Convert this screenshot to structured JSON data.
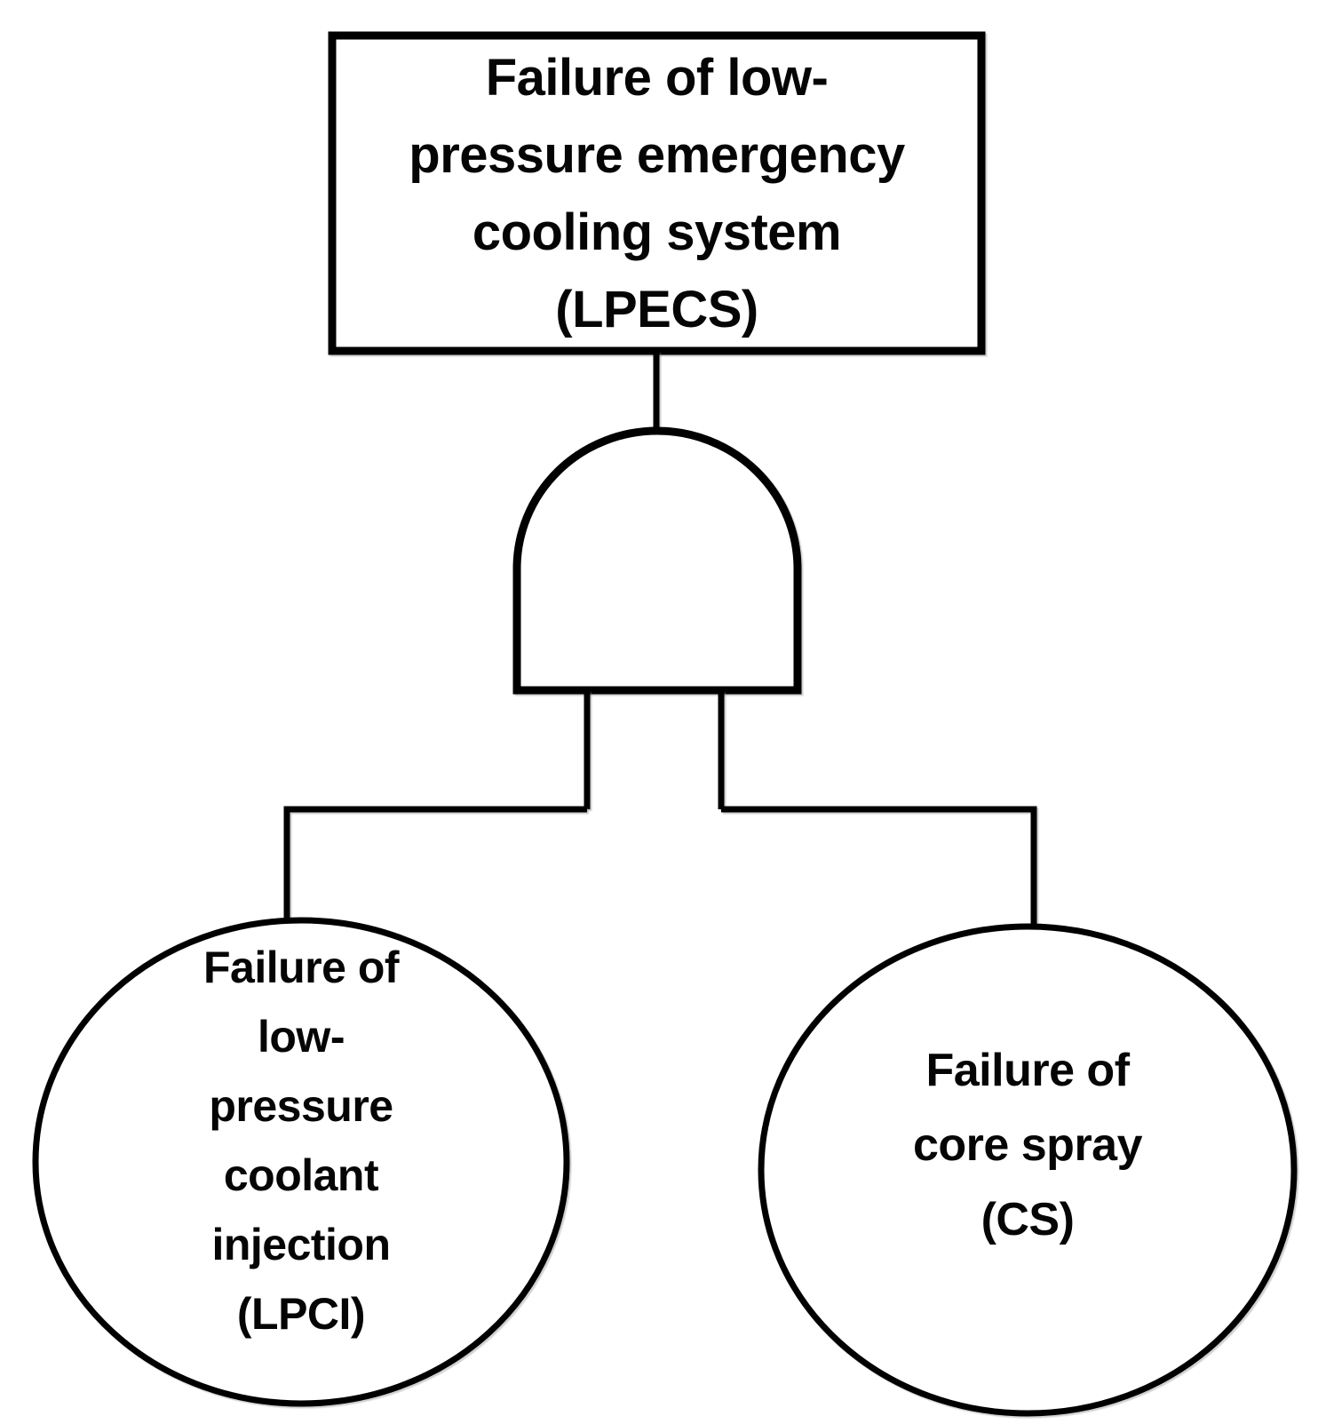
{
  "figure": {
    "type": "fault-tree-diagram",
    "top_event": {
      "shape": "rectangle",
      "label": "Failure of low-\npressure emergency\ncooling system\n(LPECS)",
      "abbreviation": "LPECS"
    },
    "gate": {
      "type": "AND",
      "icon": "and-gate-icon"
    },
    "basic_events": [
      {
        "shape": "circle",
        "label": "Failure of\nlow-\npressure\ncoolant\ninjection\n(LPCI)",
        "abbreviation": "LPCI"
      },
      {
        "shape": "circle",
        "label": "Failure of\ncore spray\n(CS)",
        "abbreviation": "CS"
      }
    ],
    "colors": {
      "line": "#000000",
      "text": "#050505",
      "background": "#ffffff"
    }
  }
}
